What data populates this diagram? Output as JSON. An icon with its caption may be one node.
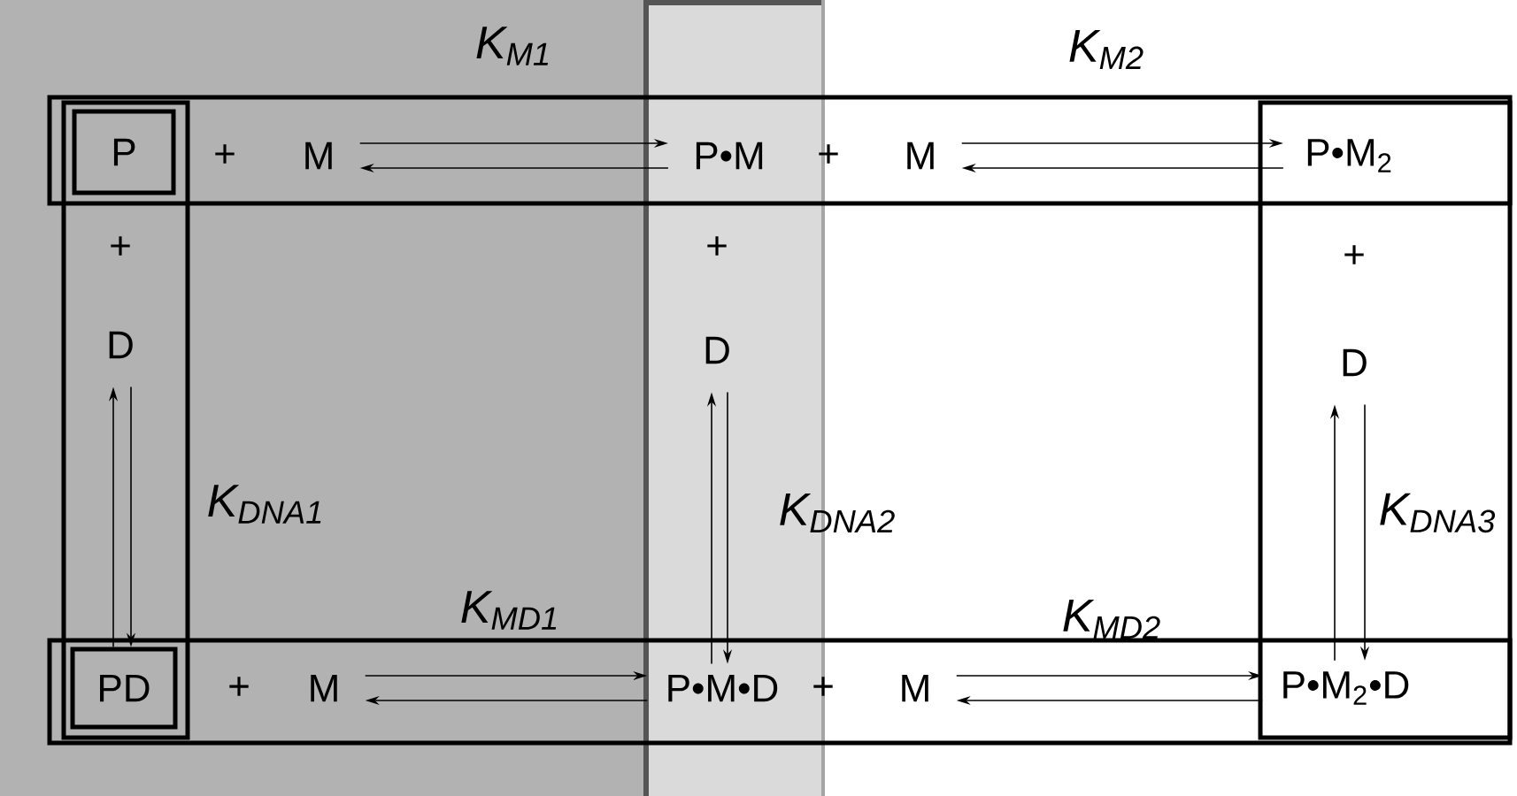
{
  "diagram": {
    "nodes": [
      {
        "text": [
          "P"
        ]
      },
      {
        "text": [
          "M"
        ]
      },
      {
        "text": [
          "P•M"
        ]
      },
      {
        "text": [
          "M"
        ]
      },
      {
        "text": [
          "P•M$_{2}$"
        ]
      },
      {
        "text": [
          "D"
        ]
      },
      {
        "text": [
          "D"
        ]
      },
      {
        "text": [
          "D"
        ]
      },
      {
        "text": [
          "PD"
        ]
      },
      {
        "text": [
          "M"
        ]
      },
      {
        "text": [
          "P•M•D"
        ]
      },
      {
        "text": [
          "M"
        ]
      },
      {
        "text": [
          "P•M$_{2}$•D"
        ]
      }
    ],
    "edges": [
      {
        "from": 1,
        "to": 2,
        "arrow": "to"
      },
      {
        "from": 2,
        "to": 1,
        "arrow": "to"
      },
      {
        "from": 3,
        "to": 4,
        "arrow": "to"
      },
      {
        "from": 4,
        "to": 3,
        "arrow": "to"
      },
      {
        "from": 8,
        "to": 5,
        "arrow": "to"
      },
      {
        "from": 5,
        "to": 8,
        "arrow": "to"
      },
      {
        "from": 10,
        "to": 6,
        "arrow": "to"
      },
      {
        "from": 6,
        "to": 10,
        "arrow": "to"
      },
      {
        "from": 12,
        "to": 7,
        "arrow": "to"
      },
      {
        "from": 7,
        "to": 12,
        "arrow": "to"
      },
      {
        "from": 9,
        "to": 10,
        "arrow": "to"
      },
      {
        "from": 10,
        "to": 9,
        "arrow": "to"
      },
      {
        "from": 11,
        "to": 12,
        "arrow": "to"
      },
      {
        "from": 12,
        "to": 11,
        "arrow": "to"
      }
    ],
    "labels": [
      "K$_{M1}$",
      "K$_{M2}$",
      "+",
      "+",
      "+",
      "+",
      "+",
      "K$_{DNA1}$",
      "K$_{DNA2}$",
      "K$_{DNA3}$",
      "K$_{MD1}$",
      "K$_{MD2}$",
      "+",
      "+"
    ]
  }
}
